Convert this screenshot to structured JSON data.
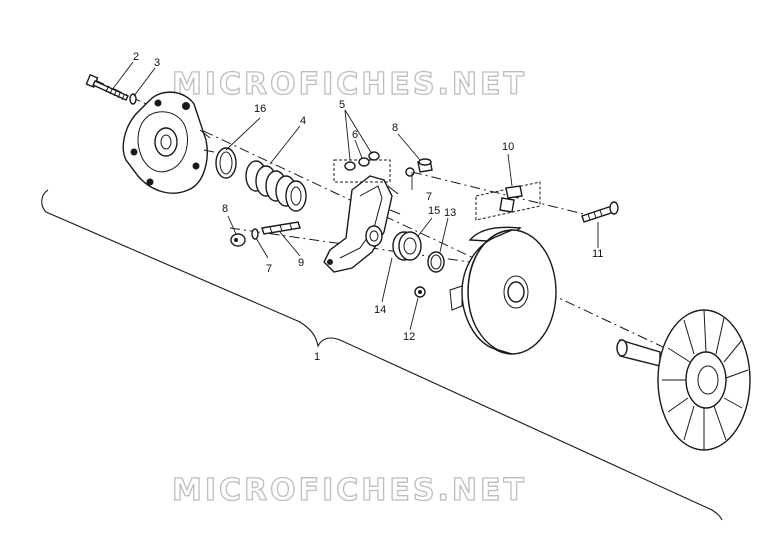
{
  "watermark": "MICROFICHES.NET",
  "labels": {
    "p1": "1",
    "p2": "2",
    "p3": "3",
    "p4": "4",
    "p5": "5",
    "p6": "6",
    "p7a": "7",
    "p7b": "7",
    "p8a": "8",
    "p8b": "8",
    "p9": "9",
    "p10": "10",
    "p11": "11",
    "p12": "12",
    "p13": "13",
    "p14": "14",
    "p15": "15",
    "p16": "16"
  },
  "colors": {
    "line": "#1a1a1a",
    "watermark_outline": "#bdbdbd",
    "background": "#ffffff"
  }
}
